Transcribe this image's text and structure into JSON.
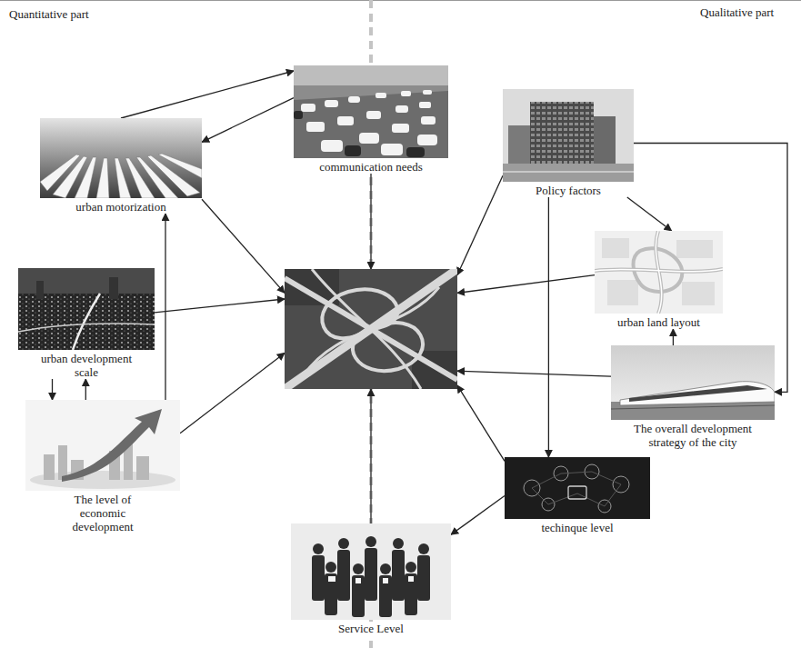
{
  "diagram": {
    "nodes": [
      {
        "text": [
          "communication needs"
        ]
      },
      {
        "text": [
          "urban motorization"
        ]
      },
      {
        "text": [
          "Policy factors"
        ]
      },
      {
        "text": [
          "urban development scale"
        ]
      },
      {
        "text": []
      },
      {
        "text": [
          "urban land layout"
        ]
      },
      {
        "text": [
          "The overall development strategy of the city"
        ]
      },
      {
        "text": [
          "The level of economic development"
        ]
      },
      {
        "text": [
          "techinque level"
        ]
      },
      {
        "text": [
          "Service Level"
        ]
      }
    ],
    "edges": [
      {
        "from": 1,
        "to": 0,
        "arrow": "to"
      },
      {
        "from": 0,
        "to": 1,
        "arrow": "to"
      },
      {
        "from": 1,
        "to": 4,
        "arrow": "to"
      },
      {
        "from": 0,
        "to": 4,
        "arrow": "to"
      },
      {
        "from": 2,
        "to": 4,
        "arrow": "to"
      },
      {
        "from": 2,
        "to": 5,
        "arrow": "to"
      },
      {
        "from": 2,
        "to": 6,
        "arrow": "to"
      },
      {
        "from": 2,
        "to": 8,
        "arrow": "to"
      },
      {
        "from": 5,
        "to": 4,
        "arrow": "to"
      },
      {
        "from": 6,
        "to": 5,
        "arrow": "to"
      },
      {
        "from": 6,
        "to": 4,
        "arrow": "to"
      },
      {
        "from": 8,
        "to": 4,
        "arrow": "to"
      },
      {
        "from": 8,
        "to": 9,
        "arrow": "to"
      },
      {
        "from": 9,
        "to": 4,
        "arrow": "to"
      },
      {
        "from": 3,
        "to": 4,
        "arrow": "to"
      },
      {
        "from": 3,
        "to": 7,
        "arrow": "to"
      },
      {
        "from": 7,
        "to": 3,
        "arrow": "to"
      },
      {
        "from": 7,
        "to": 1,
        "arrow": "to"
      },
      {
        "from": 7,
        "to": 4,
        "arrow": "to"
      }
    ],
    "labels": [
      "Quantitative part",
      "Qualitative part"
    ]
  }
}
